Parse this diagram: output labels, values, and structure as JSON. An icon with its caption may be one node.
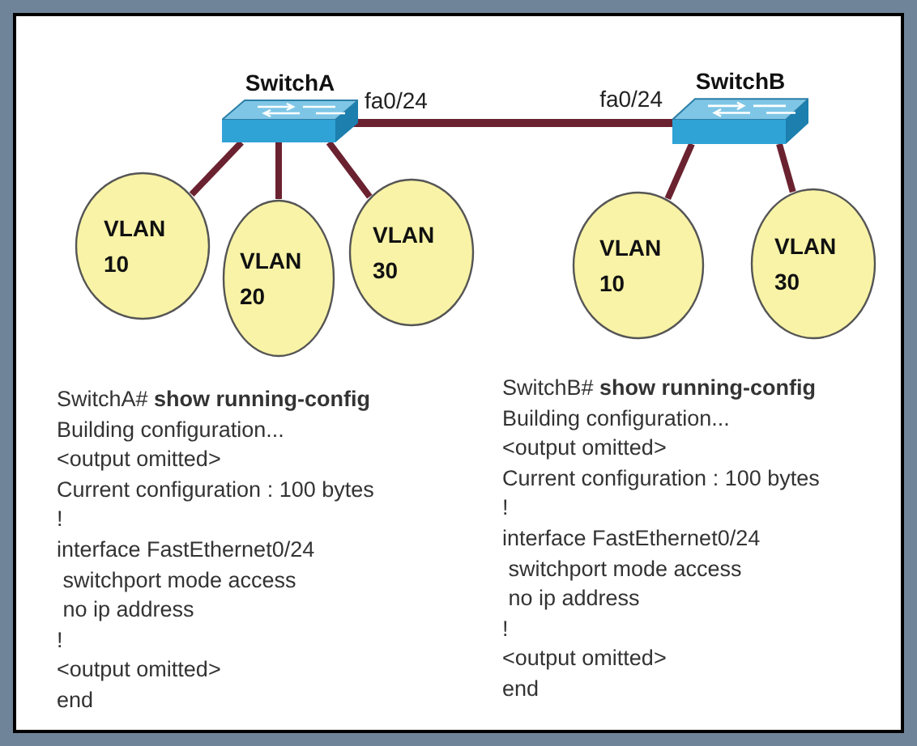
{
  "diagram": {
    "nodes": [
      {
        "text": [
          "SwitchA"
        ],
        "beside": [
          "fa0/24"
        ]
      },
      {
        "text": [
          "SwitchB"
        ],
        "beside": [
          "fa0/24"
        ]
      },
      {
        "text": [
          "VLAN 10"
        ]
      },
      {
        "text": [
          "VLAN 20"
        ]
      },
      {
        "text": [
          "VLAN 30"
        ]
      },
      {
        "text": [
          "VLAN 10"
        ]
      },
      {
        "text": [
          "VLAN 30"
        ]
      }
    ],
    "edges": [
      {
        "from": 0,
        "to": 1,
        "arrow": "none"
      },
      {
        "from": 0,
        "to": 2,
        "arrow": "none"
      },
      {
        "from": 0,
        "to": 3,
        "arrow": "none"
      },
      {
        "from": 0,
        "to": 4,
        "arrow": "none"
      },
      {
        "from": 1,
        "to": 5,
        "arrow": "none"
      },
      {
        "from": 1,
        "to": 6,
        "arrow": "none"
      }
    ],
    "labels": [
      "SwitchA# **show running-config**",
      "Building configuration...",
      "<output omitted>",
      "Current configuration : 100 bytes",
      "!",
      "interface FastEthernet0/24",
      " switchport mode access",
      " no ip address",
      "!",
      "<output omitted>",
      "end",
      "SwitchB# **show running-config**",
      "Building configuration...",
      "<output omitted>",
      "Current configuration : 100 bytes",
      "!",
      "interface FastEthernet0/24",
      " switchport mode access",
      " no ip address",
      "!",
      "<output omitted>",
      "end"
    ]
  }
}
